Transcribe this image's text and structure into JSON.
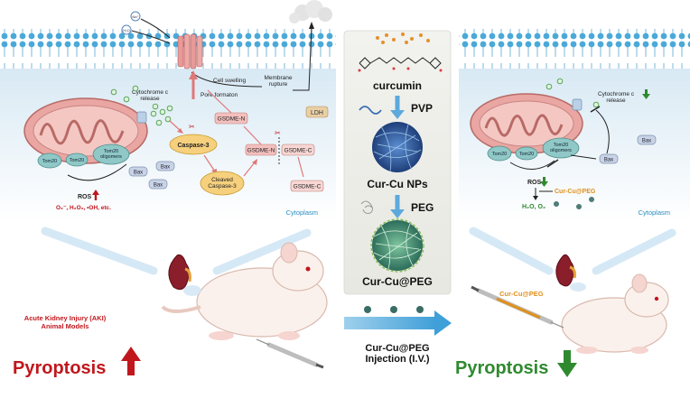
{
  "left_panel": {
    "labels": {
      "na": "Na⁺",
      "h2o": "H₂O",
      "cell_swelling": "Cell swelling",
      "membrane_rupture": "Membrane rupture",
      "ldh": "LDH",
      "pore_formation": "Pore formaton",
      "cytochrome_release": "Cytochrome c release",
      "caspase3": "Caspase-3",
      "cleaved_caspase3": "Cleaved Caspase-3",
      "gsdme_n_top": "GSDME-N",
      "gsdme_n": "GSDME-N",
      "gsdme_c": "GSDME-C",
      "gsdme_c_free": "GSDME-C",
      "tom20_a": "Tom20",
      "tom20_b": "Tom20",
      "tom20_oligomers": "Tom20 oligomers",
      "bax_1": "Bax",
      "bax_2": "Bax",
      "bax_3": "Bax",
      "ros": "ROS",
      "ros_species": "O₂⁻, H₂O₂, •OH, etc.",
      "cytoplasm": "Cytoplasm"
    },
    "mouse_label": "Acute Kidney Injury (AKI) Animal Models",
    "outcome": "Pyroptosis",
    "outcome_direction": "up"
  },
  "center_panel": {
    "curcumin": "curcumin",
    "pvp": "PVP",
    "nps": "Cur-Cu NPs",
    "peg": "PEG",
    "product": "Cur-Cu@PEG",
    "injection": "Cur-Cu@PEG Injection (I.V.)"
  },
  "right_panel": {
    "labels": {
      "cytochrome_release": "Cytochrome c release",
      "bax_1": "Bax",
      "bax_2": "Bax",
      "tom20_a": "Tom20",
      "tom20_b": "Tom20",
      "tom20_oligomers": "Tom20 oligomers",
      "ros": "ROS",
      "agent": "Cur-Cu@PEG",
      "products": "H₂O, O₂",
      "cytoplasm": "Cytoplasm"
    },
    "syringe_label": "Cur-Cu@PEG",
    "outcome": "Pyroptosis",
    "outcome_direction": "down"
  },
  "colors": {
    "up_arrow": "#c0171d",
    "down_arrow": "#2f8a2f",
    "red_text": "#c0171d",
    "orange_text": "#e0901c",
    "teal_text": "#2b8fc1",
    "membrane": "#4aa9d8",
    "mitochondria": "#e9a6a2",
    "tom20": "#8fc8c6",
    "bax": "#c8d3e6"
  }
}
